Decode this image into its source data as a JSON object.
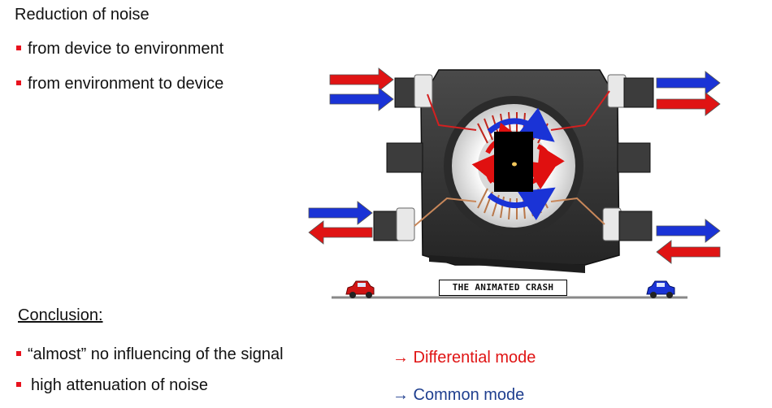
{
  "heading": "Reduction of noise",
  "bullets": [
    "from device to environment",
    "from environment to device"
  ],
  "conclusion": {
    "title": "Conclusion:",
    "items": [
      "“almost” no influencing of the signal",
      "high attenuation of noise"
    ]
  },
  "modes": {
    "differential": "→ Differential mode",
    "common": "→ Common mode"
  },
  "animation": {
    "label": "THE ANIMATED CRASH"
  },
  "colors": {
    "accent_red": "#e8121e",
    "differential": "#e01414",
    "common": "#1f3f8f"
  }
}
